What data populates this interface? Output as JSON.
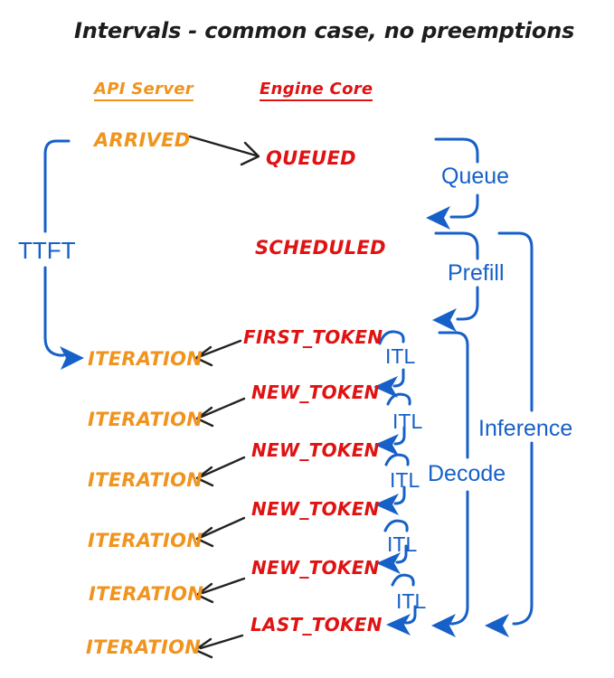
{
  "title": "Intervals - common case, no preemptions",
  "headers": {
    "api_server": "API Server",
    "engine_core": "Engine Core"
  },
  "api": {
    "arrived": "ARRIVED",
    "iterations": [
      "ITERATION",
      "ITERATION",
      "ITERATION",
      "ITERATION",
      "ITERATION",
      "ITERATION"
    ]
  },
  "engine": {
    "queued": "QUEUED",
    "scheduled": "SCHEDULED",
    "first_token": "FIRST_TOKEN",
    "new_tokens": [
      "NEW_TOKEN",
      "NEW_TOKEN",
      "NEW_TOKEN",
      "NEW_TOKEN"
    ],
    "last_token": "LAST_TOKEN"
  },
  "intervals": {
    "ttft": "TTFT",
    "queue": "Queue",
    "prefill": "Prefill",
    "decode": "Decode",
    "inference": "Inference",
    "itl": [
      "ITL",
      "ITL",
      "ITL",
      "ITL",
      "ITL"
    ]
  },
  "colors": {
    "orange": "#F0941E",
    "red": "#E01212",
    "blue": "#1660C8",
    "ink": "#1D1D1D"
  }
}
